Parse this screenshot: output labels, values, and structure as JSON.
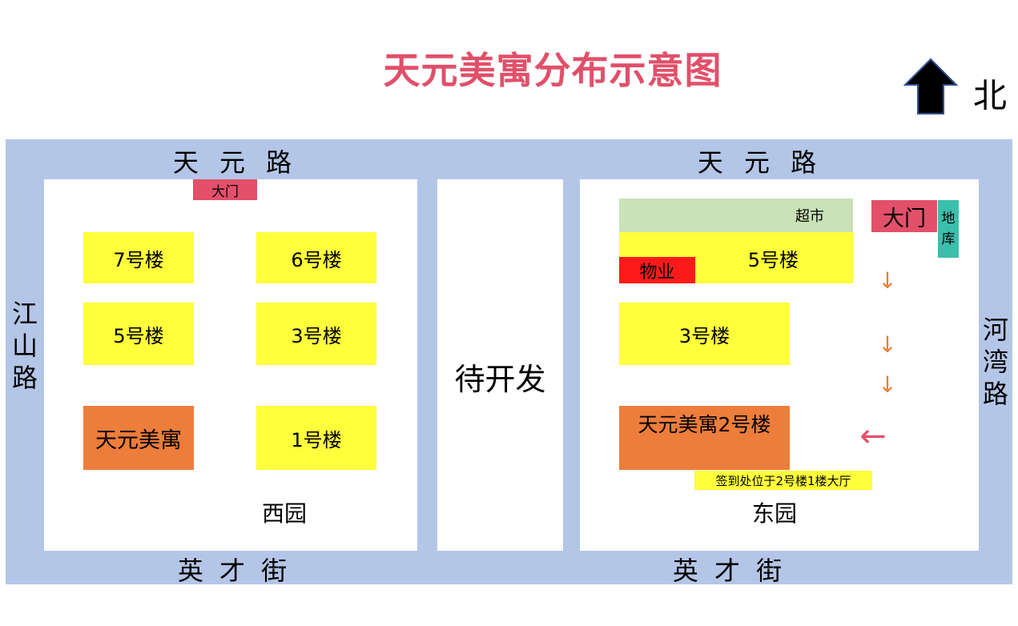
{
  "title": "天元美寓分布示意图",
  "north": "北",
  "colors": {
    "title": "#e0506a",
    "road": "#b4c6e7",
    "building": "#ffff3c",
    "highlight": "#ed7d3a",
    "gate": "#e2506a",
    "property": "#ff1a1a",
    "supermarket": "#c9e2b8",
    "garage": "#3bbfad"
  },
  "roads": {
    "north_west": "天 元 路",
    "north_east": "天 元 路",
    "south_west": "英 才 街",
    "south_east": "英 才 街",
    "west": [
      "江",
      "山",
      "路"
    ],
    "east": [
      "河",
      "湾",
      "路"
    ]
  },
  "west_garden": {
    "name": "西园",
    "gate": "大门",
    "buildings": {
      "b7": "7号楼",
      "b6": "6号楼",
      "b5": "5号楼",
      "b3": "3号楼",
      "tianyuan": "天元美寓",
      "b1": "1号楼"
    }
  },
  "middle": {
    "label": "待开发"
  },
  "east_garden": {
    "name": "东园",
    "supermarket": "超市",
    "gate": "大门",
    "garage": [
      "地",
      "库"
    ],
    "property": "物业",
    "buildings": {
      "b5": "5号楼",
      "b3": "3号楼",
      "tianyuan2": "天元美寓2号楼"
    },
    "checkin_note": "签到处位于2号楼1楼大厅",
    "arrows": {
      "down": "↓",
      "left": "←"
    }
  }
}
